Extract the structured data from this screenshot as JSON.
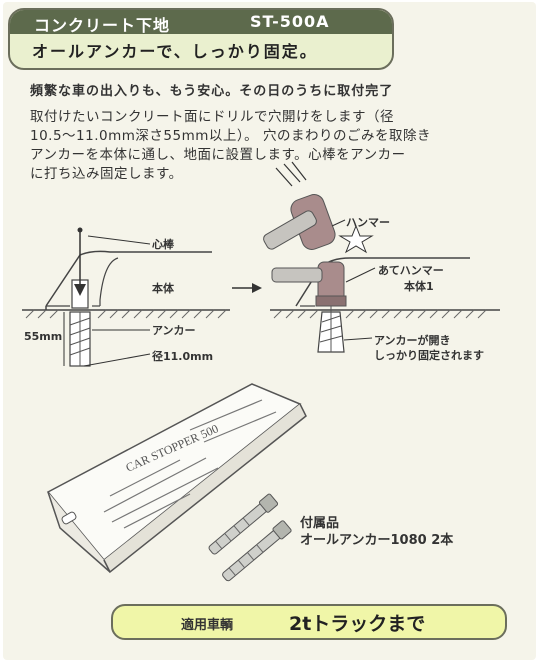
{
  "header": {
    "title": "コンクリート下地",
    "model": "ST-500A",
    "subtitle": "オールアンカーで、しっかり固定。"
  },
  "tagline": "頻繁な車の出入りも、もう安心。その日のうちに取付完了",
  "description": [
    "取付けたいコンクリート面にドリルで穴開けをします（径",
    "10.5〜11.0mm深さ55mm以上）。 穴のまわりのごみを取除き",
    "アンカーを本体に通し、地面に設置します。心棒をアンカー",
    "に打ち込み固定します。"
  ],
  "labels_left": {
    "core": "心棒",
    "body": "本体",
    "anchor": "アンカー",
    "depth": "55mm",
    "diameter": "径11.0mm"
  },
  "labels_right": {
    "hammer": "ハンマー",
    "backing_hammer": "あてハンマー",
    "body": "本体1",
    "anchor_open_1": "アンカーが開き",
    "anchor_open_2": "しっかり固定されます"
  },
  "product_text": "CAR STOPPER 500",
  "accessory": {
    "title": "付属品",
    "item": "オールアンカー1080  2本"
  },
  "footer": {
    "label": "適用車輌",
    "value": "2tトラックまで"
  }
}
